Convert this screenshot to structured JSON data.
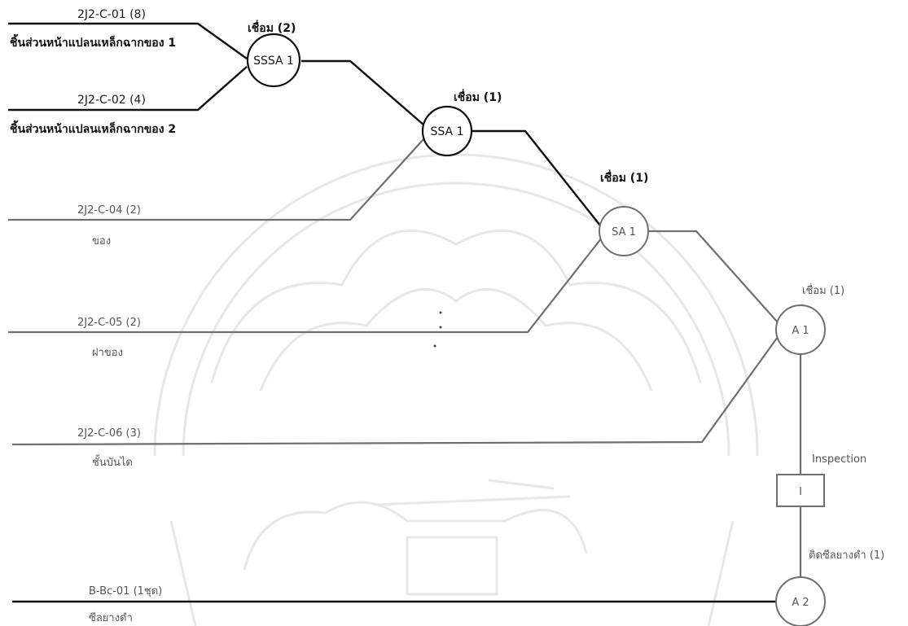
{
  "parts": [
    {
      "code": "2J2-C-01 (8)",
      "name": "ชิ้นส่วนหน้าแปลนเหล็กฉากของ 1"
    },
    {
      "code": "2J2-C-02 (4)",
      "name": "ชิ้นส่วนหน้าแปลนเหล็กฉากของ 2"
    },
    {
      "code": "2J2-C-04 (2)",
      "name": "ของ"
    },
    {
      "code": "2J2-C-05 (2)",
      "name": "ฝาของ"
    },
    {
      "code": "2J2-C-06 (3)",
      "name": "ชั้นบันได"
    },
    {
      "code": "B-Bc-01 (1ชุด)",
      "name": "ซีลยางดำ"
    }
  ],
  "nodes": {
    "sssa1": {
      "label": "SSSA 1",
      "operation": "เชื่อม (2)"
    },
    "ssa1": {
      "label": "SSA 1",
      "operation": "เชื่อม (1)"
    },
    "sa1": {
      "label": "SA 1",
      "operation": "เชื่อม (1)"
    },
    "a1": {
      "label": "A 1",
      "operation": "เชื่อม (1)"
    },
    "inspection": {
      "label": "I",
      "operation": "Inspection"
    },
    "a2": {
      "label": "A 2",
      "operation": "ติดซีลยางดำ (1)"
    }
  }
}
